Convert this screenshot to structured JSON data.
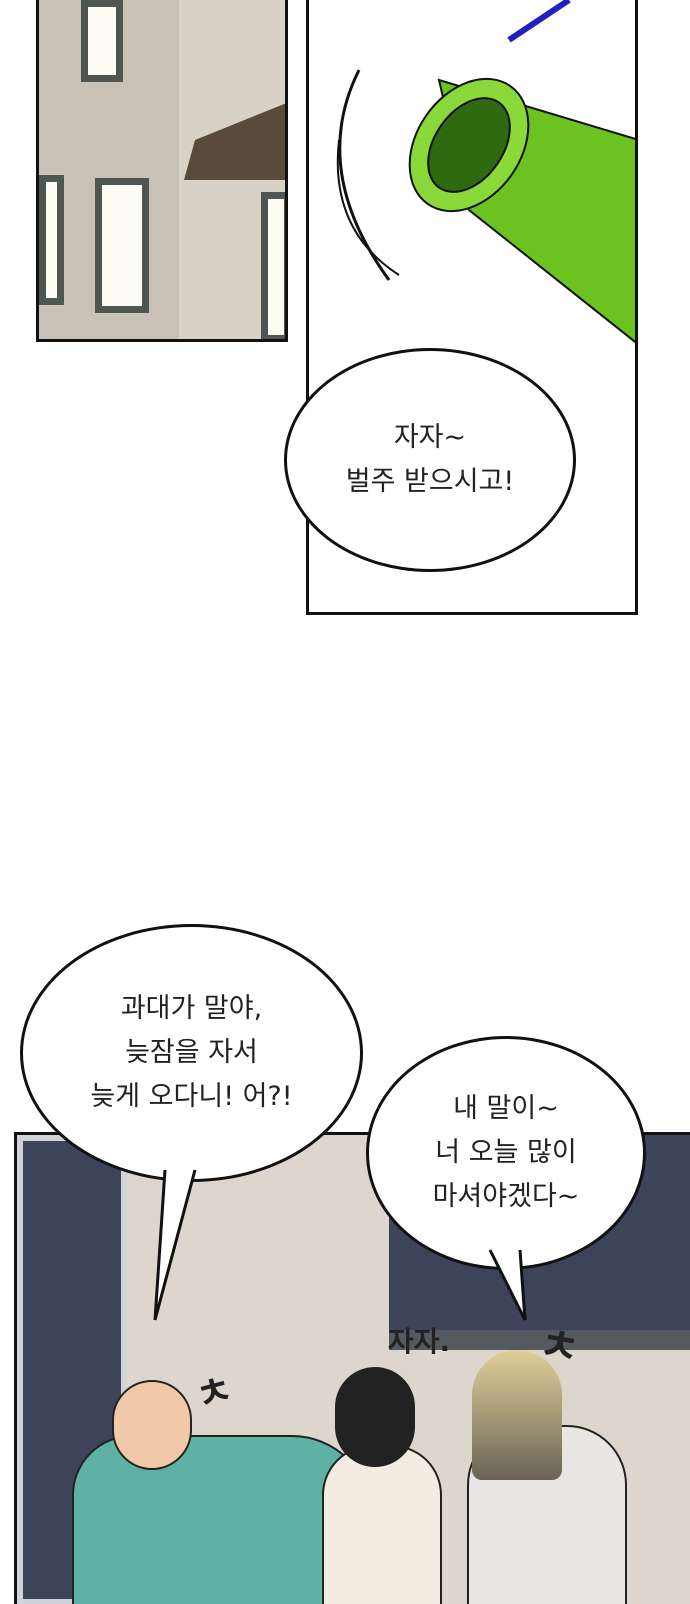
{
  "panel1": {
    "scene": "building-exterior"
  },
  "panel2": {
    "scene": "green-bottle",
    "bubble": {
      "lines": [
        "자자~",
        "벌주 받으시고!"
      ]
    }
  },
  "panel3": {
    "scene": "drinking-party-room",
    "bubble_left": {
      "lines": [
        "과대가 말야,",
        "늦잠을 자서",
        "늦게 오다니! 어?!"
      ]
    },
    "bubble_right": {
      "lines": [
        "내 말이~",
        "너 오늘 많이",
        "마셔야겠다~"
      ]
    },
    "sfx": "자자."
  },
  "colors": {
    "bottle": "#6cc320",
    "wall": "#ddd6cc",
    "hoodie": "#5fb0a5"
  }
}
